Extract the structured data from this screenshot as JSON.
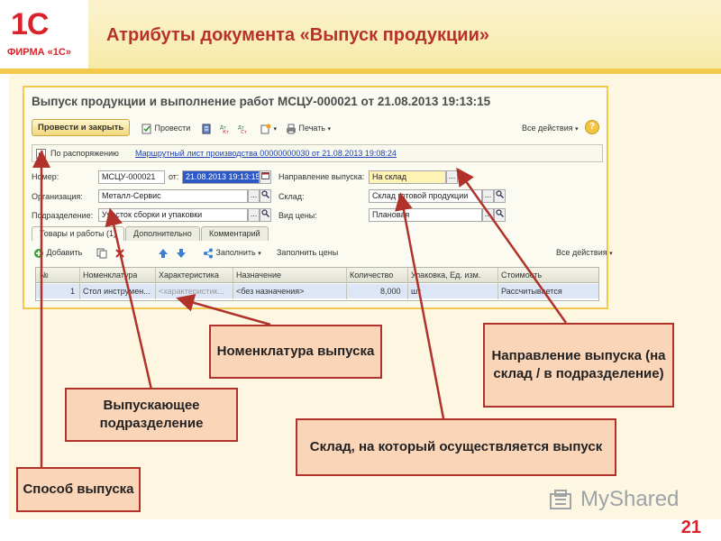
{
  "slide": {
    "title": "Атрибуты документа «Выпуск продукции»",
    "page_number": "21",
    "logo": {
      "mark": "1С",
      "text": "ФИРМА «1С»"
    },
    "watermark": "MyShared"
  },
  "document": {
    "title": "Выпуск продукции и выполнение работ МСЦУ-000021 от 21.08.2013 19:13:15",
    "toolbar": {
      "post_close": "Провести и закрыть",
      "post": "Провести",
      "print": "Печать",
      "all_actions": "Все действия",
      "help": "?"
    },
    "basis": {
      "checkbox_label": "По распоряжению",
      "link": "Маршрутный лист производства 00000000030 от 21.08.2013 19:08:24"
    },
    "fields": {
      "number_label": "Номер:",
      "number_value": "МСЦУ-000021",
      "date_label": "от:",
      "date_value": "21.08.2013 19:13:15",
      "direction_label": "Направление выпуска:",
      "direction_value": "На склад",
      "org_label": "Организация:",
      "org_value": "Металл-Сервис",
      "warehouse_label": "Склад:",
      "warehouse_value": "Склад готовой продукции",
      "division_label": "Подразделение:",
      "division_value": "Участок сборки и упаковки",
      "price_label": "Вид цены:",
      "price_value": "Плановая"
    },
    "tabs": [
      {
        "label": "Товары и работы (1)"
      },
      {
        "label": "Дополнительно"
      },
      {
        "label": "Комментарий"
      }
    ],
    "subbar": {
      "add": "Добавить",
      "fill": "Заполнить",
      "fill_prices": "Заполнить цены",
      "all_actions": "Все действия"
    },
    "table": {
      "columns": [
        "№",
        "Номенклатура",
        "Характеристика",
        "Назначение",
        "Количество",
        "Упаковка, Ед. изм.",
        "Стоимость"
      ],
      "rows": [
        {
          "n": "1",
          "item": "Стол инструмен...",
          "char": "<характеристик...",
          "purpose": "<без назначения>",
          "qty": "8,000",
          "unit": "шт",
          "cost": "Рассчитывается"
        }
      ]
    }
  },
  "callouts": {
    "nomenclature": "Номенклатура выпуска",
    "direction": "Направление выпуска (на склад / в подразделение)",
    "division": "Выпускающее подразделение",
    "warehouse": "Склад, на который осуществляется выпуск",
    "method": "Способ выпуска"
  },
  "colors": {
    "accent_red": "#b0322a",
    "callout_fill": "#fbd5b8",
    "window_border": "#f2c94c",
    "selection": "#2e58c8"
  }
}
